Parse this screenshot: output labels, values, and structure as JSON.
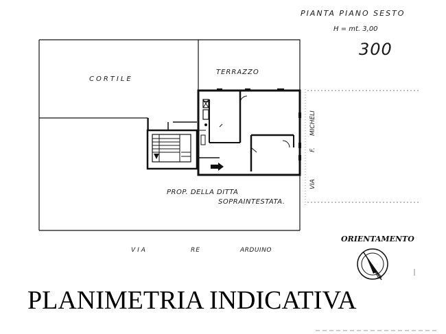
{
  "header": {
    "plan_title": "PIANTA PIANO SESTO",
    "height_note": "H = mt. 3,00",
    "sheet_number": "300"
  },
  "labels": {
    "courtyard": "CORTILE",
    "terrace": "TERRAZZO",
    "owner_property": "PROP. DELLA DITTA",
    "owner_property_2": "SOPRAINTESTATA.",
    "street_bottom_1": "VIA",
    "street_bottom_2": "RE",
    "street_bottom_3": "ARDUINO",
    "street_right_1": "MICHELI",
    "street_right_2": "F.",
    "street_right_3": "VIA"
  },
  "orientation": {
    "label": "ORIENTAMENTO"
  },
  "footer": {
    "caption": "PLANIMETRIA INDICATIVA"
  }
}
